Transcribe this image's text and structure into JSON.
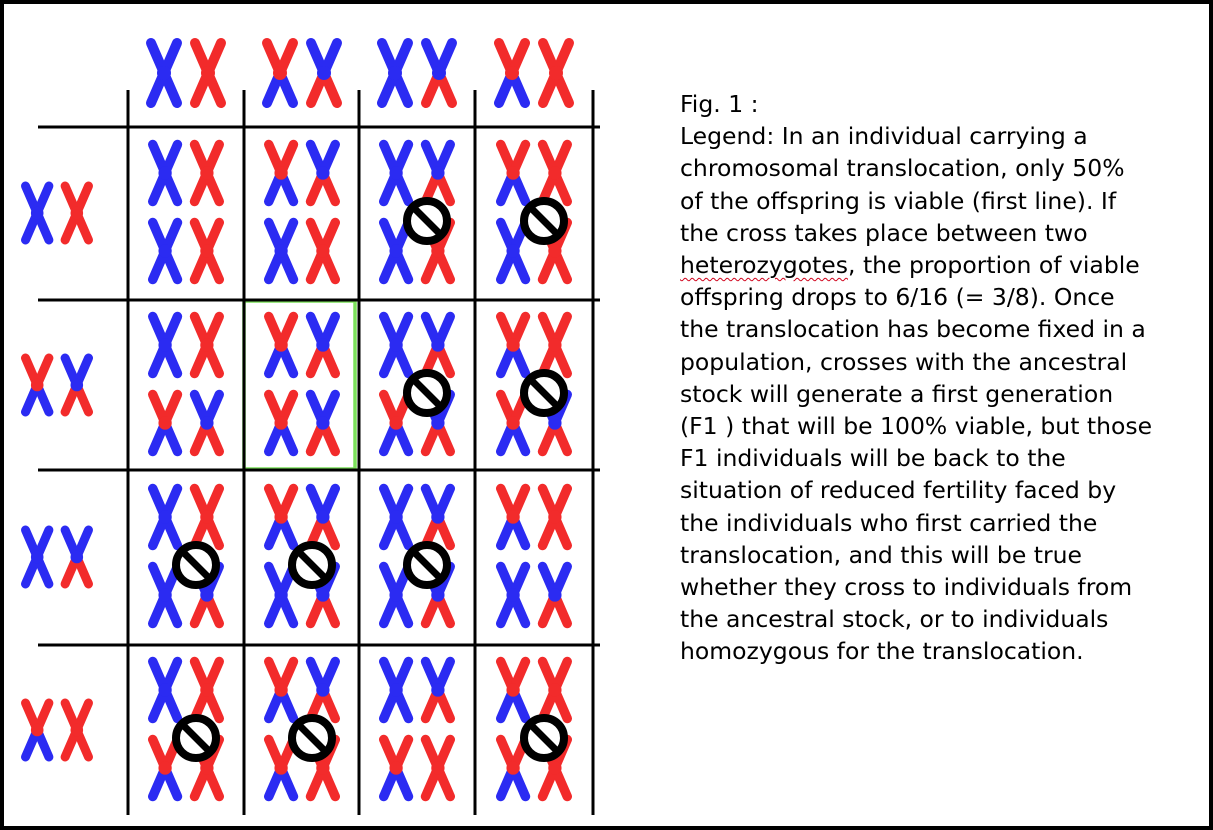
{
  "figure": {
    "title": "Fig. 1 :",
    "legend_lines": [
      "Legend: In an individual carrying a",
      "chromosomal translocation, only 50%",
      "of the offspring is viable (first line). If",
      "the cross takes place between two",
      "heterozygotes, the proportion of viable",
      "offspring drops to 6/16 (= 3/8). Once",
      "the translocation has become fixed in a",
      "population, crosses with the ancestral",
      "stock will generate a first generation",
      "(F1 ) that will be 100% viable, but those",
      "F1 individuals will be back to the",
      "situation of reduced fertility faced by",
      "the individuals who first carried the",
      "translocation, and this will be true",
      "whether they cross to individuals from",
      "the ancestral stock, or to individuals",
      "homozygous for the translocation."
    ],
    "misspelled_word": "heterozygotes"
  },
  "colors": {
    "blue": "#2b2bf2",
    "red": "#f22b2b",
    "grid": "#000000",
    "highlight": "#7be05a",
    "nonviable_symbol": "#000000"
  },
  "punnett": {
    "gamete_types": [
      "A",
      "B",
      "C",
      "D"
    ],
    "gametes": {
      "A": [
        "blue-blue",
        "red-red"
      ],
      "B": [
        "red-blue",
        "blue-red"
      ],
      "C": [
        "blue-blue",
        "blue-red"
      ],
      "D": [
        "red-blue",
        "red-red"
      ]
    },
    "column_headers": [
      "A",
      "B",
      "C",
      "D"
    ],
    "row_headers": [
      "A",
      "B",
      "C",
      "D"
    ],
    "cells": [
      [
        {
          "top": "A",
          "bottom": "A",
          "nonviable": false
        },
        {
          "top": "B",
          "bottom": "A",
          "nonviable": false
        },
        {
          "top": "C",
          "bottom": "A",
          "nonviable": true
        },
        {
          "top": "D",
          "bottom": "A",
          "nonviable": true
        }
      ],
      [
        {
          "top": "A",
          "bottom": "B",
          "nonviable": false
        },
        {
          "top": "B",
          "bottom": "B",
          "nonviable": false,
          "highlighted": true
        },
        {
          "top": "C",
          "bottom": "B",
          "nonviable": true
        },
        {
          "top": "D",
          "bottom": "B",
          "nonviable": true
        }
      ],
      [
        {
          "top": "A",
          "bottom": "C",
          "nonviable": true
        },
        {
          "top": "B",
          "bottom": "C",
          "nonviable": true
        },
        {
          "top": "C",
          "bottom": "C",
          "nonviable": true
        },
        {
          "top": "D",
          "bottom": "C",
          "nonviable": false
        }
      ],
      [
        {
          "top": "A",
          "bottom": "D",
          "nonviable": true
        },
        {
          "top": "B",
          "bottom": "D",
          "nonviable": true
        },
        {
          "top": "C",
          "bottom": "D",
          "nonviable": false
        },
        {
          "top": "D",
          "bottom": "D",
          "nonviable": true
        }
      ]
    ]
  }
}
